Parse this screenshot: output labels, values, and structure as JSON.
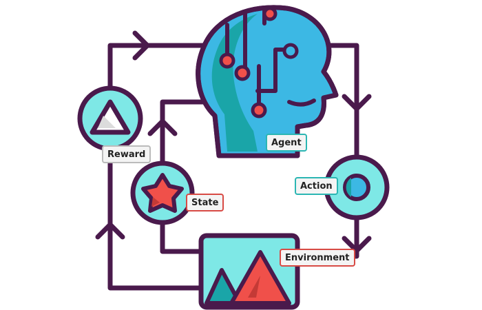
{
  "labels": {
    "reward": "Reward",
    "agent": "Agent",
    "state": "State",
    "action": "Action",
    "environment": "Environment"
  },
  "colors": {
    "outline": "#4a1a4c",
    "cyan": "#7ee8e6",
    "blue": "#3cb8e4",
    "teal": "#1aa5a8",
    "red": "#f0504a",
    "dark_red": "#c43a36",
    "reward_border": "#bbbbbb",
    "agent_border": "#2bb6b3",
    "state_border": "#d84a44",
    "action_border": "#2bb6b3",
    "environment_border": "#d84a44"
  },
  "icons": [
    "human-head-circuit-icon",
    "triangle-icon",
    "star-icon",
    "ring-icon",
    "mountain-landscape-icon"
  ]
}
